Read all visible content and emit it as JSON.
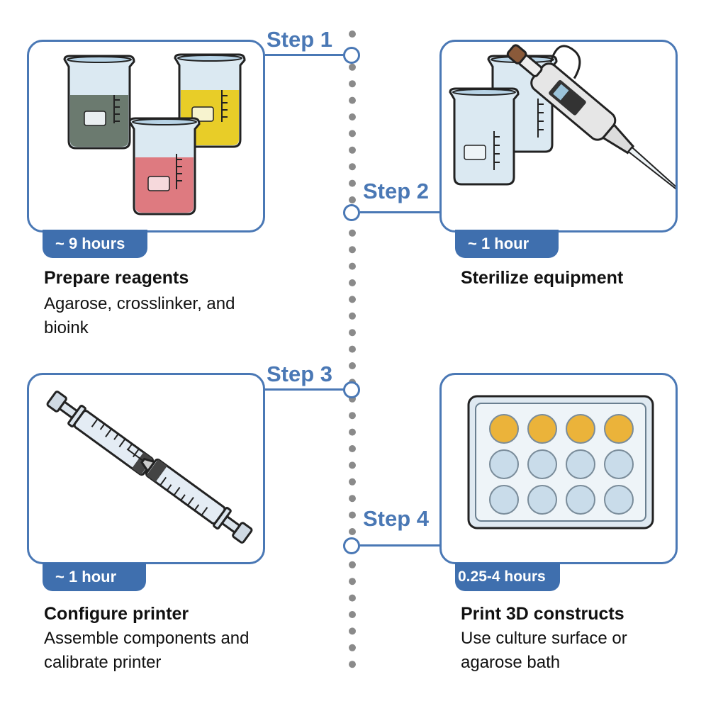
{
  "steps": [
    {
      "label": "Step 1",
      "duration": "~ 9 hours",
      "title": "Prepare reagents",
      "description": "Agarose, crosslinker, and bioink",
      "icon": "beakers-icon"
    },
    {
      "label": "Step 2",
      "duration": "~ 1 hour",
      "title": "Sterilize equipment",
      "description": "",
      "icon": "pipette-icon"
    },
    {
      "label": "Step 3",
      "duration": "~ 1 hour",
      "title": "Configure printer",
      "description": "Assemble components and calibrate printer",
      "icon": "syringes-icon"
    },
    {
      "label": "Step 4",
      "duration": "0.25-4 hours",
      "title": "Print 3D constructs",
      "description": "Use culture surface or agarose bath",
      "icon": "well-plate-icon"
    }
  ],
  "colors": {
    "accent": "#4a78b5",
    "badge": "#3f6fae",
    "timeline_dots": "#8a8a8a"
  }
}
